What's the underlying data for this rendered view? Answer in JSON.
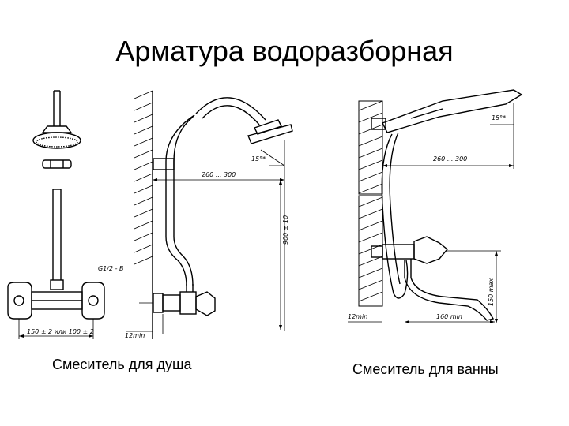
{
  "title": "Арматура водоразборная",
  "captions": {
    "shower": "Смеситель для душа",
    "bath": "Смеситель для ванны"
  },
  "dimensions": {
    "shower_front_width": "150 ± 2  или  100 ± 2",
    "shower_thread": "G1/2 - B",
    "shower_min_gap": "12min",
    "shower_reach": "260 ... 300",
    "shower_angle": "15°*",
    "shower_height": "900 ± 10",
    "bath_reach": "260 ... 300",
    "bath_angle": "15°*",
    "bath_min_gap": "12min",
    "bath_spout": "160 min",
    "bath_height": "150 max"
  },
  "colors": {
    "ink": "#000000",
    "background": "#ffffff"
  }
}
